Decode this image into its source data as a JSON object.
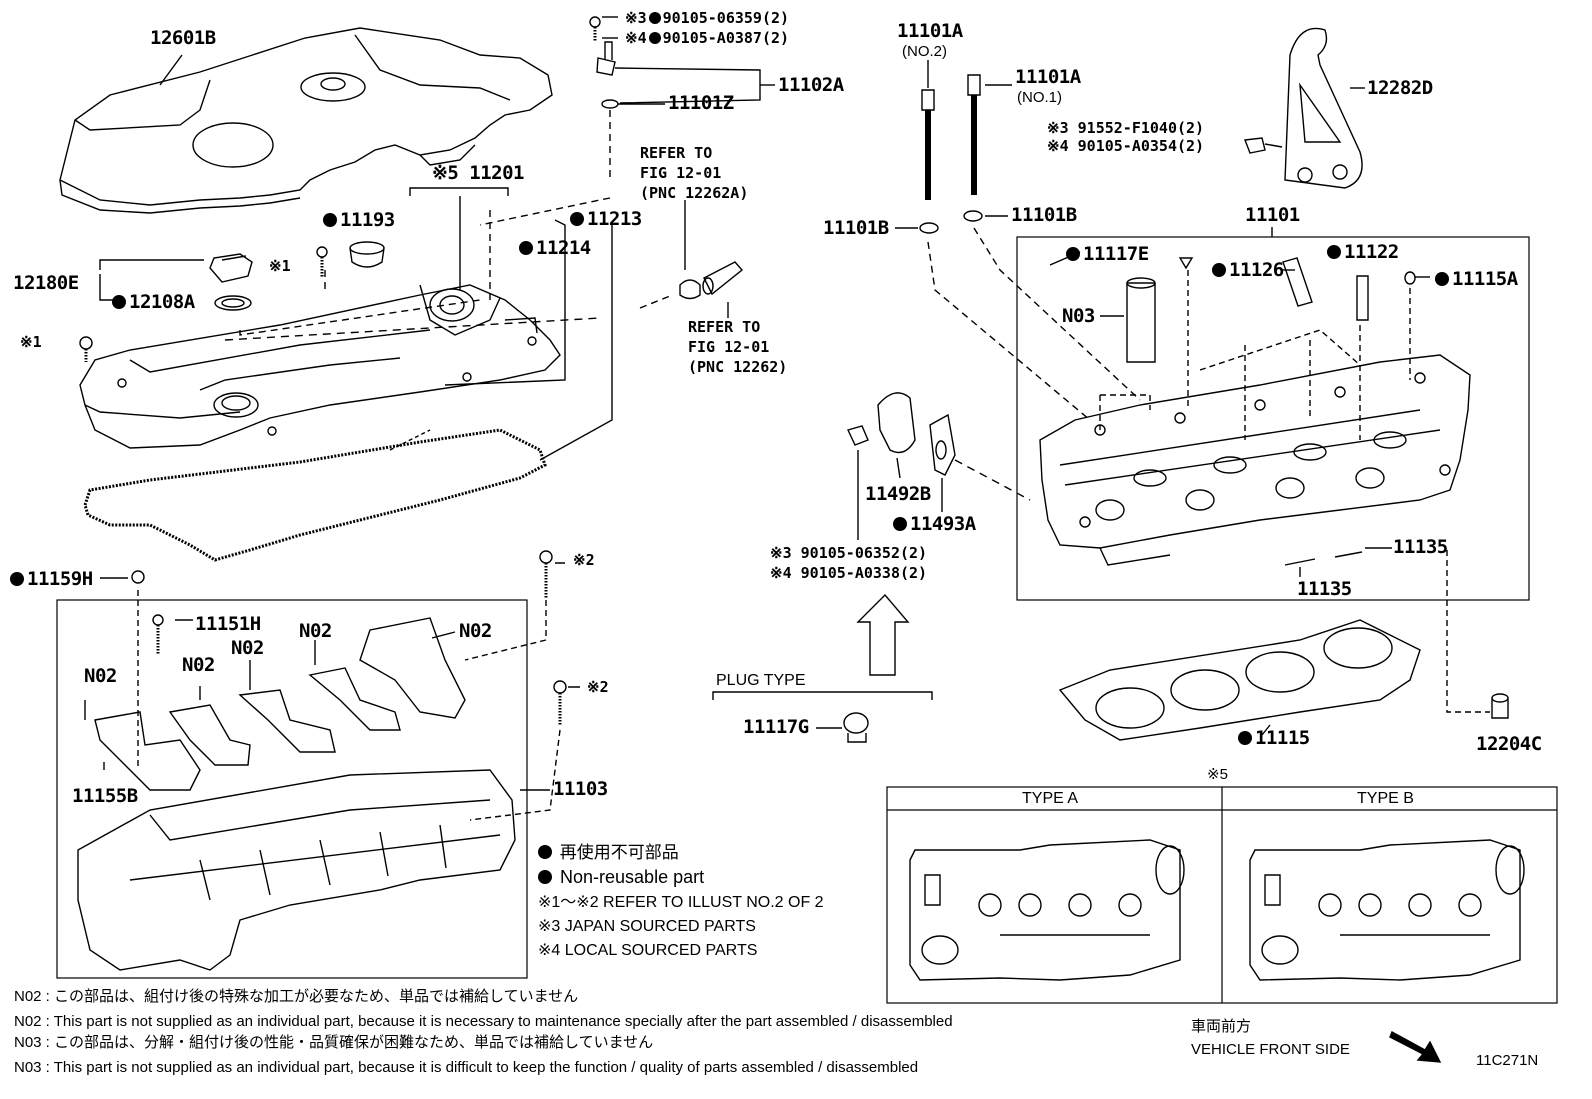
{
  "parts": {
    "p12601B": "12601B",
    "p11201": "※5 11201",
    "p11193": "11193",
    "p11214": "11214",
    "p11213": "11213",
    "p12180E": "12180E",
    "p12108A": "12108A",
    "mark1a": "※1",
    "mark1b": "※1",
    "p11102A": "11102A",
    "p11101Z": "11101Z",
    "bolt3a": "※3",
    "bolt3a_num": "90105-06359(2)",
    "bolt4a": "※4",
    "bolt4a_num": "90105-A0387(2)",
    "p11101A_1": "11101A",
    "p11101A_1_sub": "(NO.2)",
    "p11101A_2": "11101A",
    "p11101A_2_sub": "(NO.1)",
    "p11101B_l": "11101B",
    "p11101B_r": "11101B",
    "p12282D": "12282D",
    "bolt3b": "※3 91552-F1040(2)",
    "bolt4b": "※4 90105-A0354(2)",
    "p11101": "11101",
    "p11117E": "11117E",
    "p11126": "11126",
    "p11122": "11122",
    "p11115A": "11115A",
    "pN03": "N03",
    "p11492B": "11492B",
    "p11493A": "11493A",
    "bolt3c": "※3 90105-06352(2)",
    "bolt4c": "※4 90105-A0338(2)",
    "p11135a": "11135",
    "p11135b": "11135",
    "p11115": "11115",
    "p12204C": "12204C",
    "p11159H": "11159H",
    "p11151H": "11151H",
    "pN02a": "N02",
    "pN02b": "N02",
    "pN02c": "N02",
    "pN02d": "N02",
    "pN02e": "N02",
    "p11155B": "11155B",
    "p11103": "11103",
    "mark2a": "※2",
    "mark2b": "※2",
    "p11117G": "11117G"
  },
  "refs": {
    "ref1": "REFER TO\nFIG 12-01\n(PNC 12262A)",
    "ref2": "REFER TO\nFIG 12-01\n(PNC 12262)"
  },
  "plug_type": "PLUG TYPE",
  "type_table": {
    "mark": "※5",
    "col_a": "TYPE A",
    "col_b": "TYPE B"
  },
  "legend": {
    "jp": "再使用不可部品",
    "en": "Non-reusable part",
    "refer": "※1～※2  REFER TO ILLUST NO.2 OF 2",
    "japan": "※3 JAPAN SOURCED PARTS",
    "local": "※4 LOCAL SOURCED PARTS"
  },
  "notes": {
    "n02_jp": "N02 : この部品は、組付け後の特殊な加工が必要なため、単品では補給していません",
    "n02_en": "N02 : This part is not supplied as an individual part, because it is necessary to maintenance specially after the part assembled / disassembled",
    "n03_jp": "N03 : この部品は、分解・組付け後の性能・品質確保が困難なため、単品では補給していません",
    "n03_en": "N03 : This part is not supplied as an individual part, because it is difficult to keep the function / quality of parts  assembled / disassembled"
  },
  "front": {
    "jp": "車両前方",
    "en": "VEHICLE FRONT SIDE"
  },
  "illust_code": "11C271N"
}
